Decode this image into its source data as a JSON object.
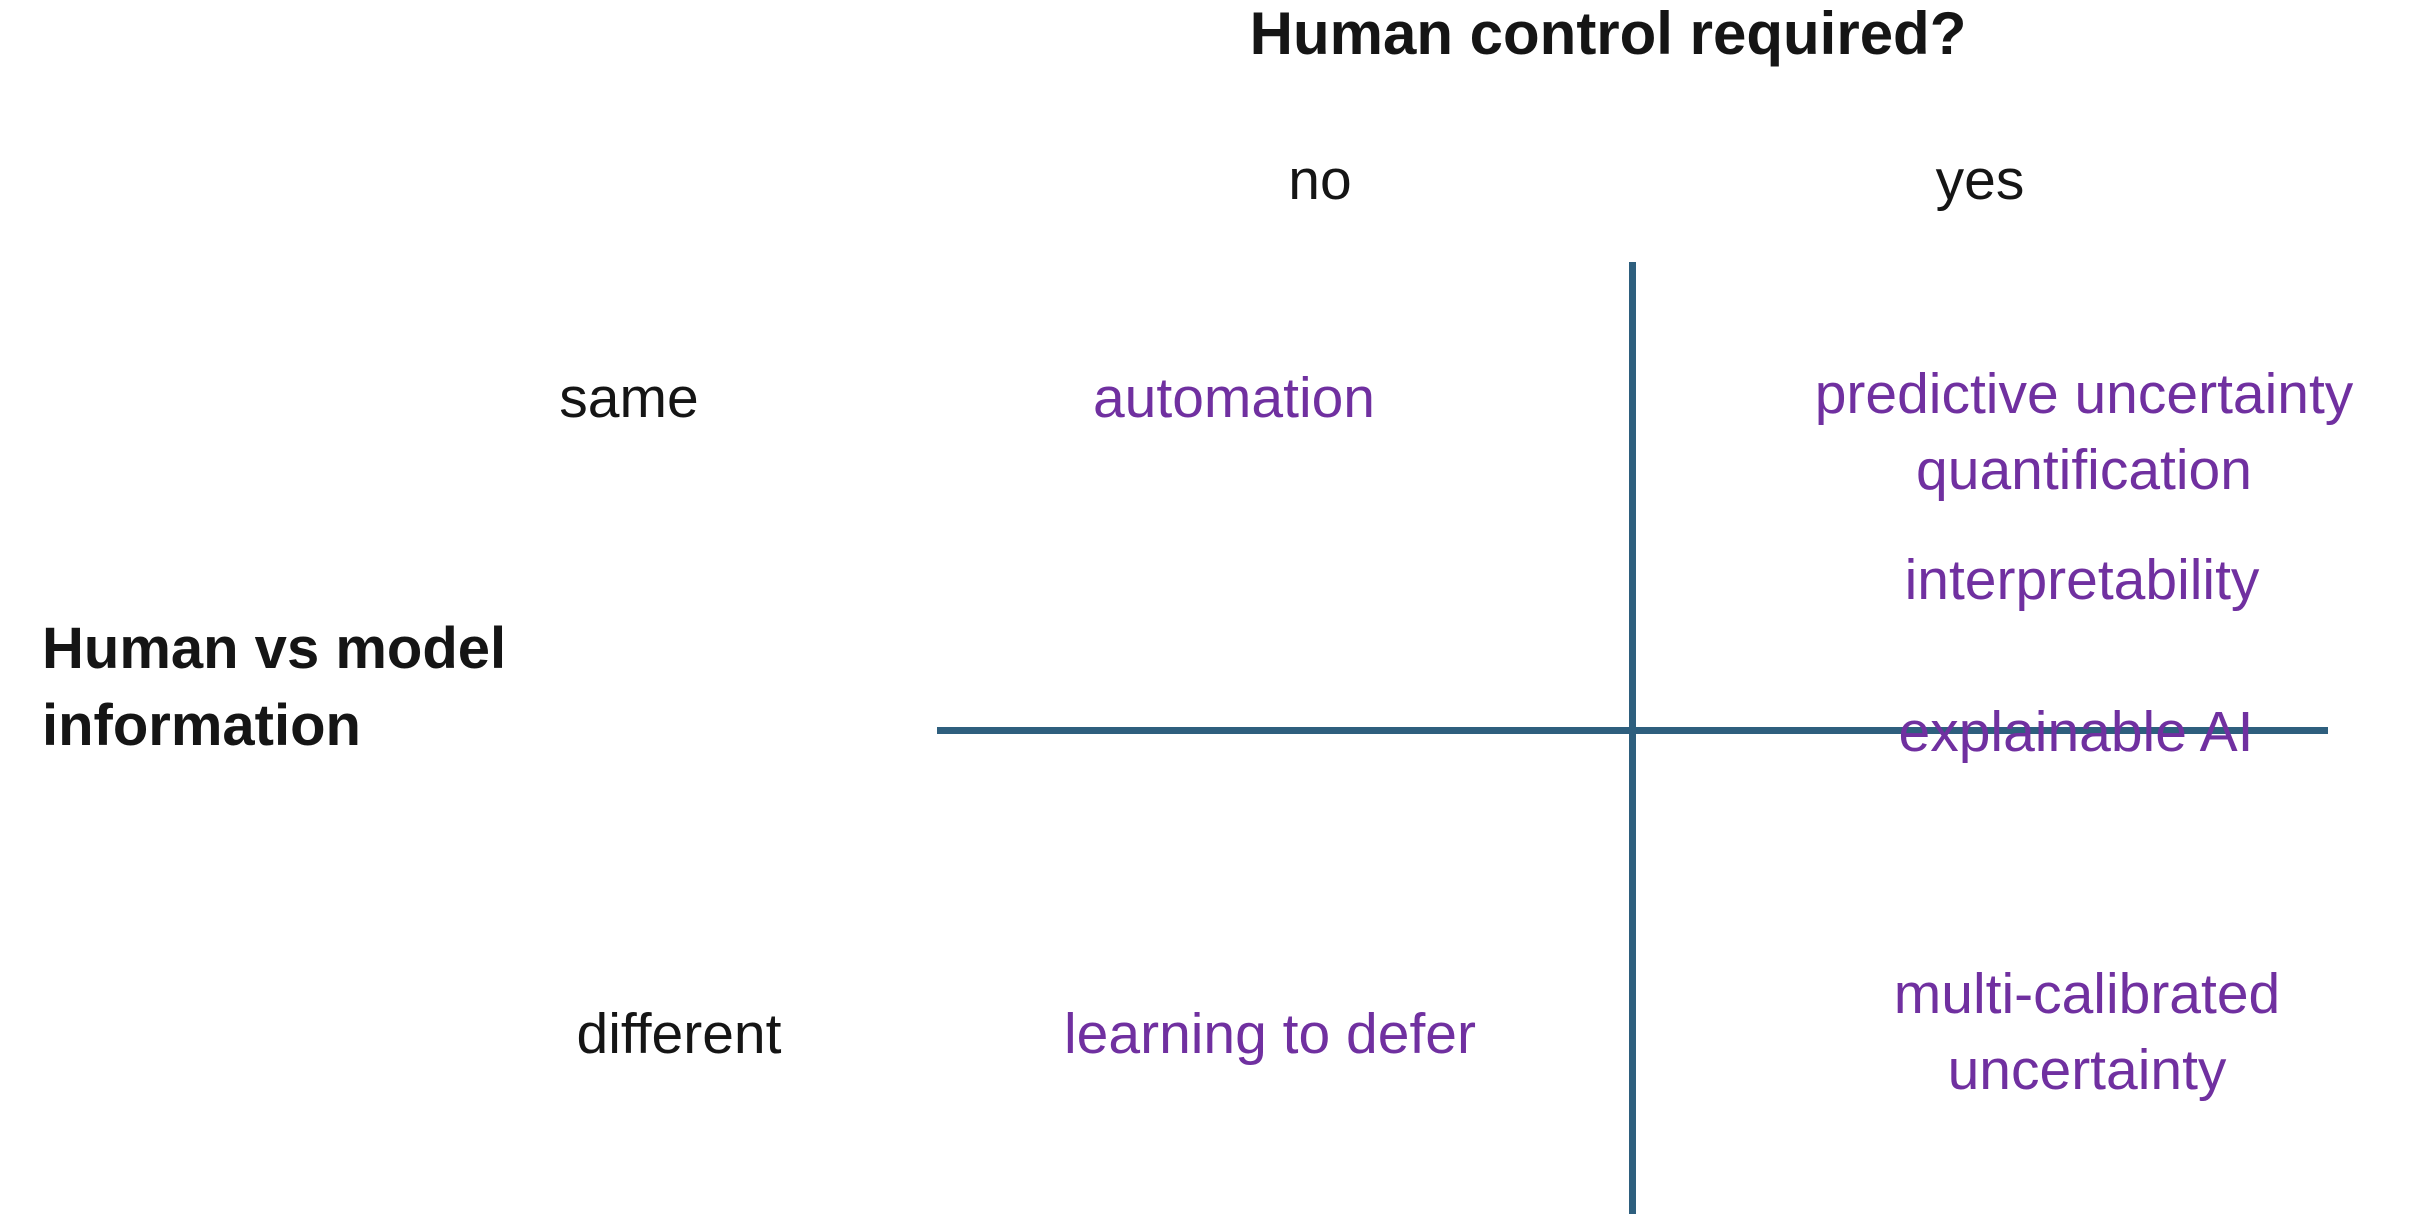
{
  "diagram": {
    "type": "2x2-quadrant-matrix",
    "x_axis": {
      "question": "Human control required?",
      "options": [
        {
          "label": "no"
        },
        {
          "label": "yes"
        }
      ]
    },
    "y_axis": {
      "title_lines": [
        "Human vs model",
        "information"
      ],
      "options": [
        {
          "label": "same"
        },
        {
          "label": "different"
        }
      ]
    },
    "quadrants": [
      {
        "name": "no-same",
        "items": [
          {
            "lines": [
              "automation"
            ],
            "struck": false
          }
        ]
      },
      {
        "name": "yes-same",
        "items": [
          {
            "lines": [
              "predictive uncertainty",
              "quantification"
            ],
            "struck": false
          },
          {
            "lines": [
              "interpretability"
            ],
            "struck": false
          },
          {
            "lines": [
              "explainable AI"
            ],
            "struck": true
          }
        ]
      },
      {
        "name": "no-different",
        "items": [
          {
            "lines": [
              "learning to defer"
            ],
            "struck": false
          }
        ]
      },
      {
        "name": "yes-different",
        "items": [
          {
            "lines": [
              "multi-calibrated",
              "uncertainty"
            ],
            "struck": false
          }
        ]
      }
    ],
    "colors": {
      "background": "#ffffff",
      "heading_text": "#151515",
      "item_text_purple": "#7030A0",
      "axis_line_teal": "#2E5F7E"
    }
  }
}
